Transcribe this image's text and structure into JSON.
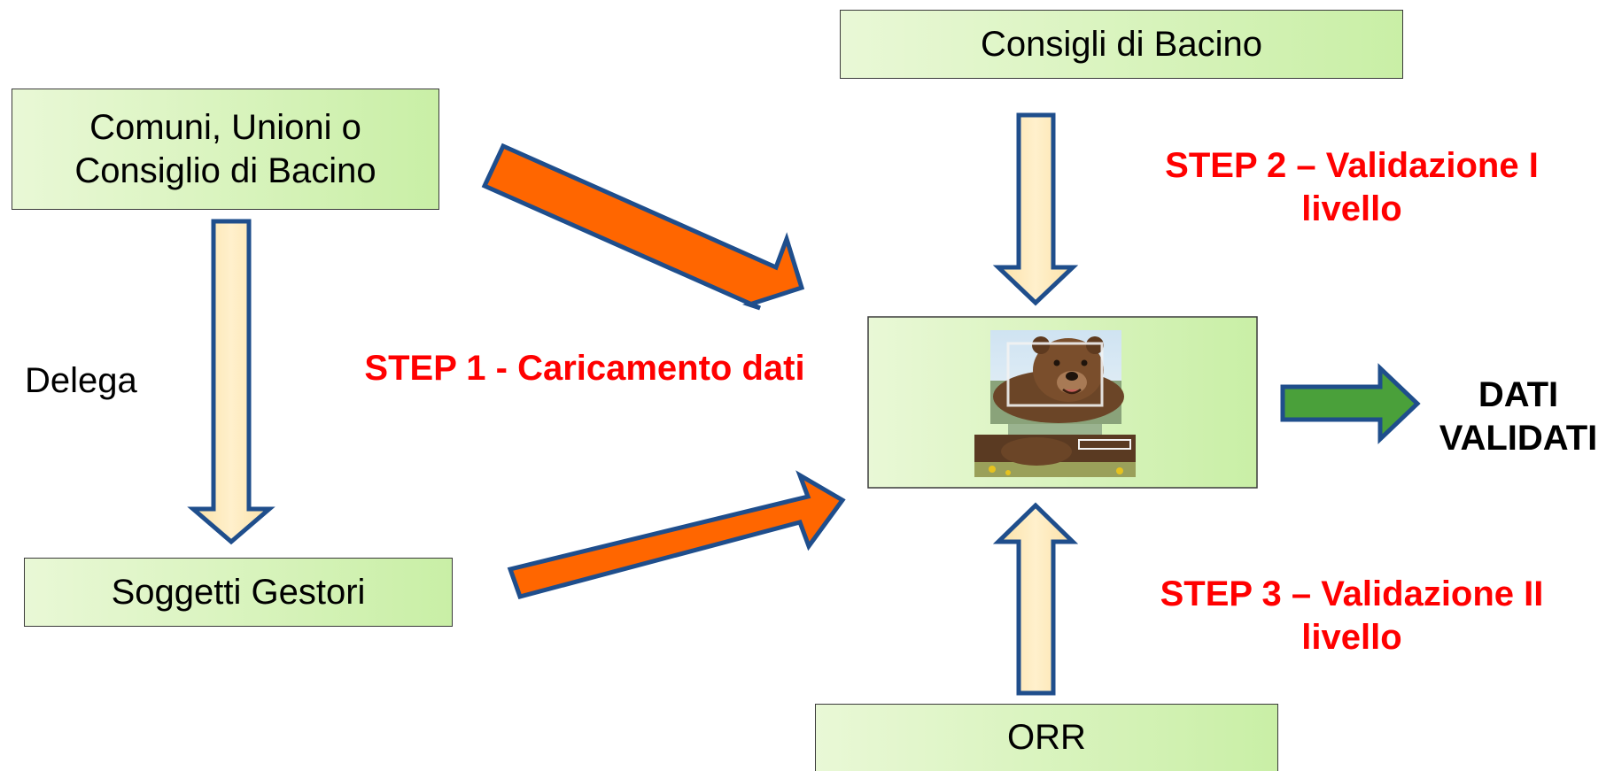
{
  "boxes": {
    "comuni": [
      "Comuni, Unioni o",
      "Consiglio di Bacino"
    ],
    "gestori": "Soggetti Gestori",
    "consigli": "Consigli di Bacino",
    "orr": "ORR"
  },
  "labels": {
    "delega": "Delega",
    "step1": "STEP 1 - Caricamento dati",
    "step2": "STEP 2 – Validazione I livello",
    "step3": "STEP 3 – Validazione II livello",
    "result": [
      "DATI",
      "VALIDATI"
    ]
  },
  "colors": {
    "box_fill_light": "#e9f8d6",
    "box_fill_dark": "#c9efa6",
    "arrow_orange": "#ff6600",
    "arrow_beige": "#fde3a7",
    "arrow_green": "#4aa03a",
    "arrow_outline": "#1f4e8c",
    "step_text": "#ff0000"
  },
  "icons": {
    "central_image": "bear-photo"
  }
}
